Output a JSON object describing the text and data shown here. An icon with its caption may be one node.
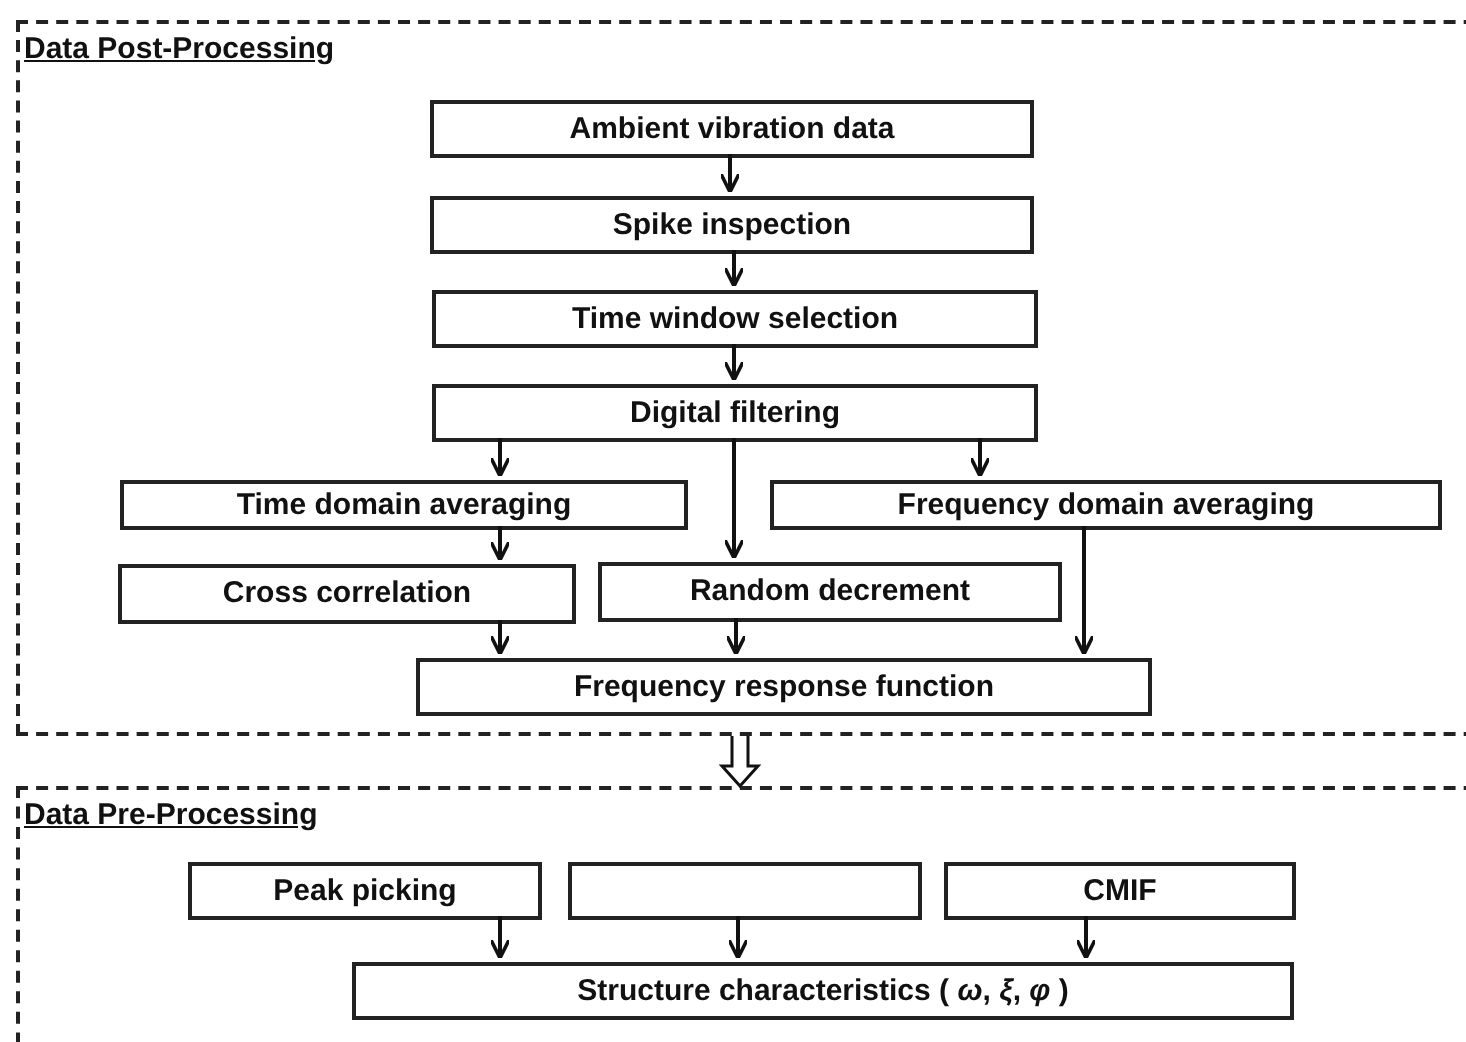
{
  "diagram": {
    "nodes": [
      {
        "text": [
          "Data Post-Processing"
        ]
      },
      {
        "text": [
          "Ambient vibration data"
        ],
        "in": 0
      },
      {
        "text": [
          "Spike inspection"
        ],
        "in": 0
      },
      {
        "text": [
          "Time window selection"
        ],
        "in": 0
      },
      {
        "text": [
          "Digital filtering"
        ],
        "in": 0
      },
      {
        "text": [
          "Time domain averaging"
        ],
        "in": 0
      },
      {
        "text": [
          "Frequency domain averaging"
        ],
        "in": 0
      },
      {
        "text": [
          "Cross correlation"
        ],
        "in": 0
      },
      {
        "text": [
          "Random decrement"
        ],
        "in": 0
      },
      {
        "text": [
          "Frequency response function"
        ],
        "in": 0
      },
      {
        "text": [
          "Data Pre-Processing"
        ]
      },
      {
        "text": [
          "Peak picking"
        ],
        "in": 10
      },
      {
        "text": [],
        "shape": "box",
        "in": 10
      },
      {
        "text": [
          "CMIF"
        ],
        "in": 10
      },
      {
        "text": [
          "Structure characteristics ( *ω*, *ξ*, *φ* )"
        ],
        "in": 10
      }
    ],
    "edges": [
      {
        "from": 1,
        "to": 2,
        "arrow": "to"
      },
      {
        "from": 2,
        "to": 3,
        "arrow": "to"
      },
      {
        "from": 3,
        "to": 4,
        "arrow": "to"
      },
      {
        "from": 4,
        "to": 5,
        "arrow": "to"
      },
      {
        "from": 4,
        "to": 8,
        "arrow": "to"
      },
      {
        "from": 4,
        "to": 6,
        "arrow": "to"
      },
      {
        "from": 5,
        "to": 7,
        "arrow": "to"
      },
      {
        "from": 7,
        "to": 9,
        "arrow": "to"
      },
      {
        "from": 8,
        "to": 9,
        "arrow": "to"
      },
      {
        "from": 6,
        "to": 9,
        "arrow": "to"
      },
      {
        "from": 0,
        "to": 10,
        "arrow": "to",
        "style": "thick"
      },
      {
        "from": 11,
        "to": 14,
        "arrow": "to"
      },
      {
        "from": 12,
        "to": 14,
        "arrow": "to"
      },
      {
        "from": 13,
        "to": 14,
        "arrow": "to"
      }
    ]
  }
}
